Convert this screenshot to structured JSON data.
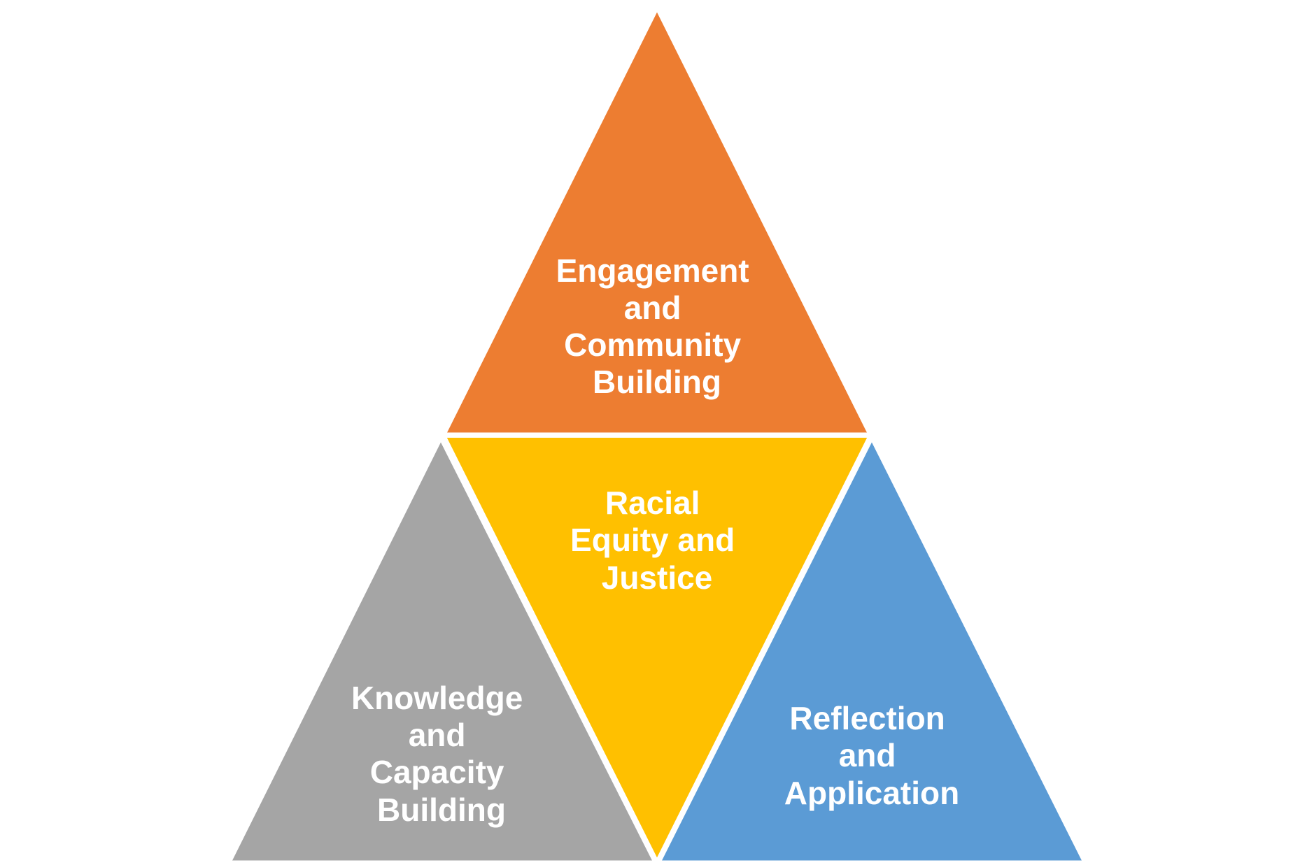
{
  "diagram": {
    "top": {
      "lines": [
        "Engagement",
        "and",
        "Community",
        "Building"
      ],
      "color": "#ED7D31"
    },
    "center": {
      "lines": [
        "Racial",
        "Equity and",
        "Justice"
      ],
      "color": "#FFC000"
    },
    "left": {
      "lines": [
        "Knowledge",
        "and",
        "Capacity",
        "Building"
      ],
      "color": "#A5A5A5"
    },
    "right": {
      "lines": [
        "Reflection",
        "and",
        "Application"
      ],
      "color": "#5B9BD5"
    }
  }
}
